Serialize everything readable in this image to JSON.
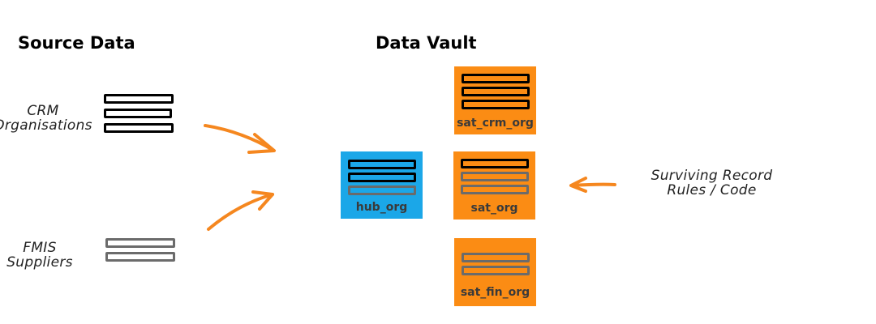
{
  "headings": {
    "source": "Source Data",
    "vault": "Data Vault"
  },
  "sources": {
    "crm": {
      "line1": "CRM",
      "line2": "Organisations"
    },
    "fmis": {
      "line1": "FMIS",
      "line2": "Suppliers"
    }
  },
  "vault": {
    "hub": {
      "label": "hub_org",
      "color": "#1ba7e8"
    },
    "sat_crm": {
      "label": "sat_crm_org",
      "color": "#fb8c14"
    },
    "sat": {
      "label": "sat_org",
      "color": "#fb8c14"
    },
    "sat_fin": {
      "label": "sat_fin_org",
      "color": "#fb8c14"
    }
  },
  "annotation": {
    "line1": "Surviving Record",
    "line2": "Rules / Code"
  },
  "colors": {
    "arrow": "#f5871f",
    "bar_black": "#000000",
    "bar_gray": "#6b6b6b"
  }
}
